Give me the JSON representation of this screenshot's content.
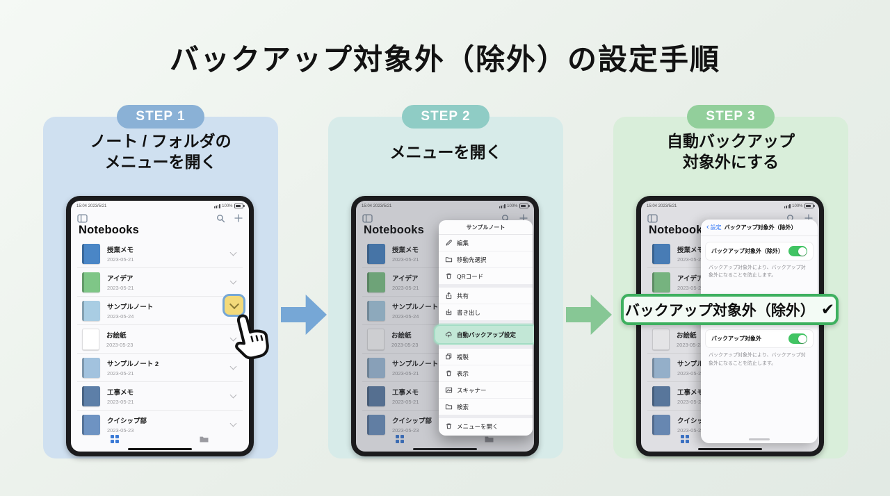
{
  "page": {
    "title": "バックアップ対象外（除外）の設定手順",
    "background": "#e9efe9"
  },
  "arrows": {
    "step1_to_2_color": "#76a7d6",
    "step2_to_3_color": "#87c795"
  },
  "steps": [
    {
      "badge": "STEP 1",
      "heading": "ノート / フォルダの\nメニューを開く",
      "panel_color": "#cfe0f0",
      "badge_color": "#8ab1d6"
    },
    {
      "badge": "STEP 2",
      "heading": "メニューを開く",
      "panel_color": "#d7ebe9",
      "badge_color": "#8fccc5"
    },
    {
      "badge": "STEP 3",
      "heading": "自動バックアップ\n対象外にする",
      "panel_color": "#d9eeda",
      "badge_color": "#92cf9b"
    }
  ],
  "ipad": {
    "status_left": "15:04  2023/5/21",
    "battery": "100%",
    "app_title": "Notebooks",
    "notebooks": [
      {
        "title": "授業メモ",
        "date": "2023-05-21",
        "cover": "#4a86c6"
      },
      {
        "title": "アイデア",
        "date": "2023-05-21",
        "cover": "#7fc687"
      },
      {
        "title": "サンプルノート",
        "date": "2023-05-24",
        "cover": "#a9cde3"
      },
      {
        "title": "お絵紙",
        "date": "2023-05-23",
        "cover": "#ffffff",
        "paper": true
      },
      {
        "title": "サンプルノート 2",
        "date": "2023-05-21",
        "cover": "#a2c2de"
      },
      {
        "title": "工事メモ",
        "date": "2023-05-21",
        "cover": "#5d7fa8"
      },
      {
        "title": "クイシップ部",
        "date": "2023-05-23",
        "cover": "#6e93c2"
      }
    ]
  },
  "menu": {
    "title": "サンプルノート",
    "highlight_color": "#c2e7d6",
    "groups": [
      [
        {
          "icon": "pencil",
          "label": "編集"
        },
        {
          "icon": "folder",
          "label": "移動先選択"
        },
        {
          "icon": "trash",
          "label": "QRコード"
        }
      ],
      [
        {
          "icon": "share",
          "label": "共有"
        },
        {
          "icon": "export",
          "label": "書き出し"
        }
      ],
      [
        {
          "icon": "cloud",
          "label": "自動バックアップ設定",
          "highlight": true
        }
      ],
      [
        {
          "icon": "duplicate",
          "label": "複製"
        },
        {
          "icon": "trash",
          "label": "表示"
        },
        {
          "icon": "photo",
          "label": "スキャナー"
        },
        {
          "icon": "folder",
          "label": "検索"
        }
      ],
      [
        {
          "icon": "trash",
          "label": "メニューを開く"
        }
      ]
    ]
  },
  "settings": {
    "back_label": "設定",
    "title": "バックアップ対象外（除外）",
    "rows": [
      {
        "label": "バックアップ対象外（除外）",
        "state": "on"
      },
      {
        "label": "バックアップ対象外",
        "state": "on"
      }
    ],
    "caption": "バックアップ対象外により、バックアップ対象外になることを防止します。",
    "toggle_on_color": "#41c463"
  },
  "callout": {
    "text": "バックアップ対象外（除外）",
    "check": "✔",
    "border_color": "#3eb05f"
  }
}
